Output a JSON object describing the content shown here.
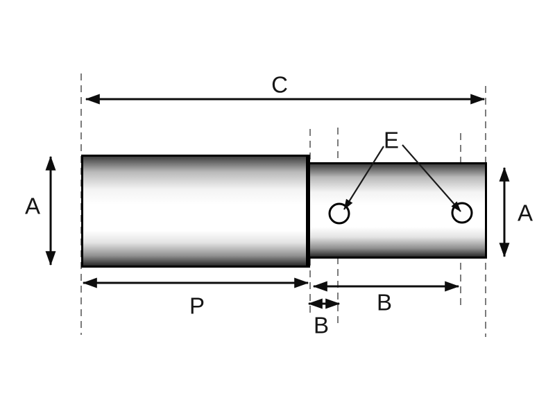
{
  "diagram": {
    "description": "Technical dimension drawing of a stepped shaft with two cross-drilled holes",
    "labels": {
      "total_length": "C",
      "diameter_left": "A",
      "diameter_right": "A",
      "large_section_length": "P",
      "hole_offset_small": "B",
      "hole_span_long": "B",
      "hole_callout": "E"
    },
    "colors": {
      "outline": "#000000",
      "dimension_line": "#0d0d0d",
      "dashed_construction_line": "#7b7b7b",
      "metal_dark": "#3f3f3f",
      "metal_light": "#ffffff",
      "background": "#ffffff"
    },
    "features": {
      "hole_count": 2,
      "hole_shape": "circle"
    }
  }
}
